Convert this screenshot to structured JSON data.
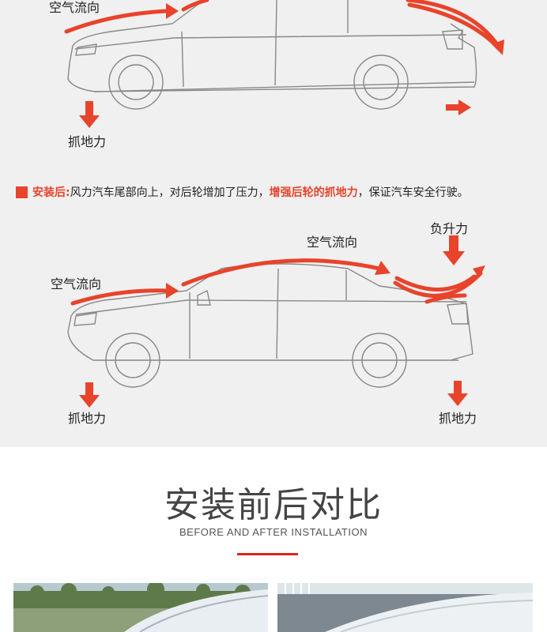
{
  "diagram_top": {
    "airflow_label": "空气流向",
    "grip_label": "抓地力"
  },
  "caption": {
    "lead": "安装后:",
    "text1": "风力汽车尾部向上，对后轮增加了压力，",
    "highlight": "增强后轮的抓地力",
    "text2": "，保证汽车安全行驶。"
  },
  "diagram_bottom": {
    "airflow_label_front": "空气流向",
    "airflow_label_roof": "空气流向",
    "lift_label": "负升力",
    "grip_label_front": "抓地力",
    "grip_label_rear": "抓地力"
  },
  "section": {
    "title": "安装前后对比",
    "subtitle": "BEFORE AND AFTER INSTALLATION"
  },
  "colors": {
    "arrow": "#e8432b",
    "accent_rule": "#e0241b",
    "panel_bg": "#f0f0f0"
  }
}
